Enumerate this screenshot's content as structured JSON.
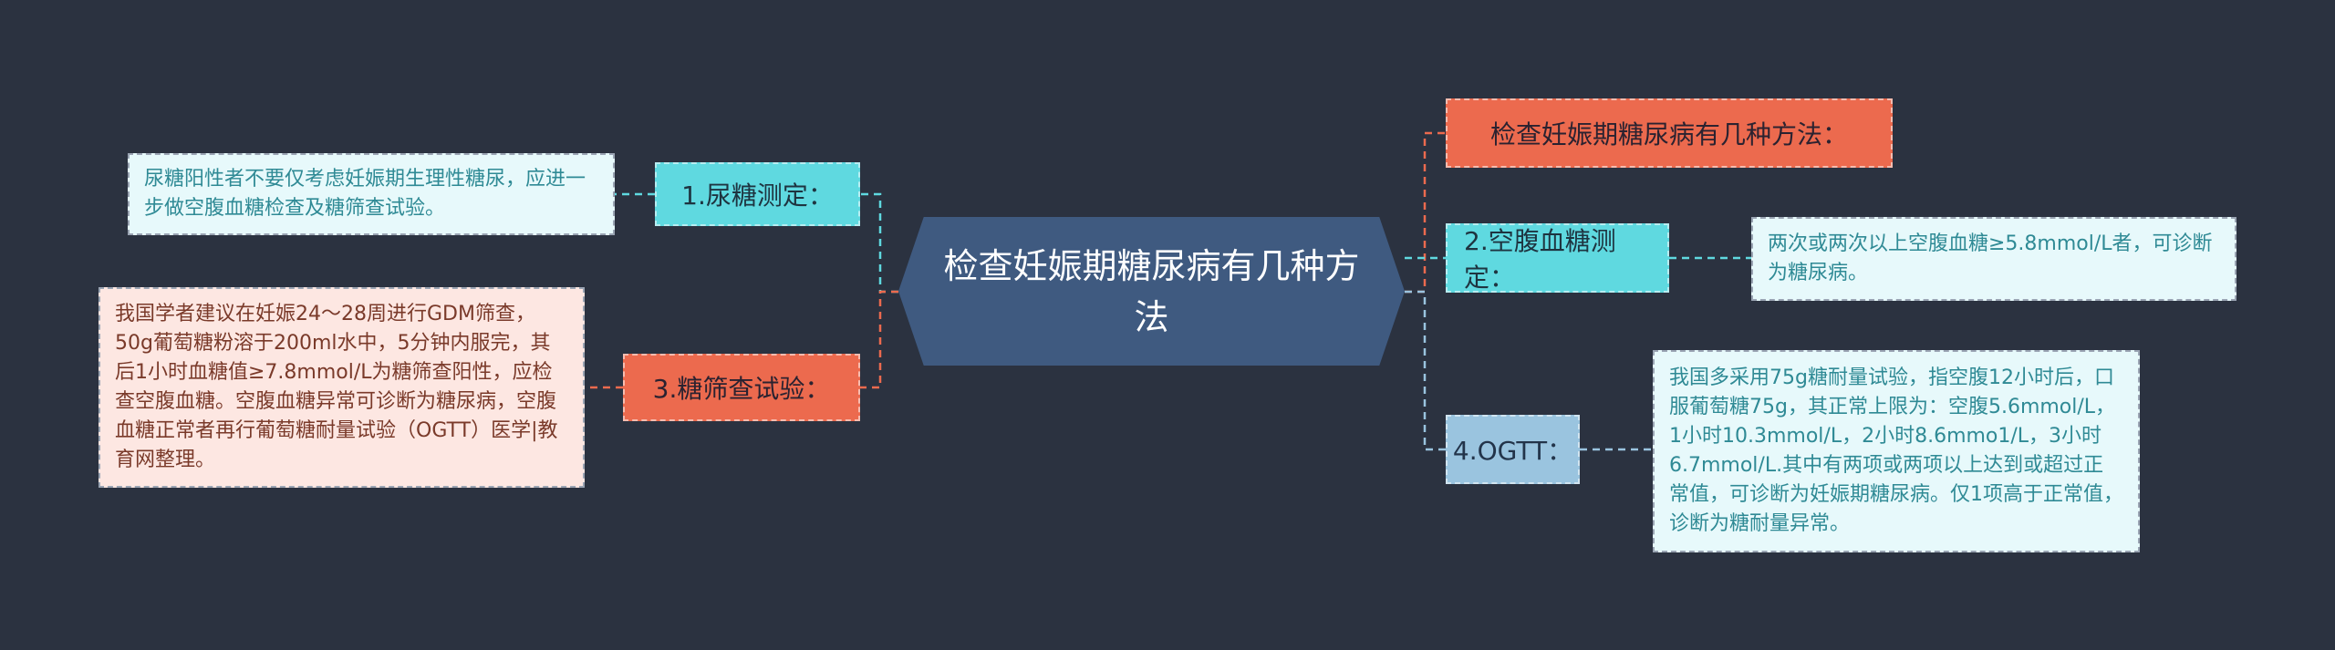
{
  "center": {
    "title": "检查妊娠期糖尿病有几种方法"
  },
  "left": [
    {
      "label": "1.尿糖测定：",
      "detail": "尿糖阳性者不要仅考虑妊娠期生理性糖尿，应进一步做空腹血糖检查及糖筛查试验。",
      "color": "#5fd9e0"
    },
    {
      "label": "3.糖筛查试验：",
      "detail": "我国学者建议在妊娠24～28周进行GDM筛查，50g葡萄糖粉溶于200ml水中，5分钟内服完，其后1小时血糖值≥7.8mmol/L为糖筛查阳性，应检查空腹血糖。空腹血糖异常可诊断为糖尿病，空腹血糖正常者再行葡萄糖耐量试验（OGTT）医学|教育网整理。",
      "color": "#ec6a4e"
    }
  ],
  "right": [
    {
      "label": "检查妊娠期糖尿病有几种方法：",
      "color": "#ec6a4e"
    },
    {
      "label": "2.空腹血糖测定：",
      "detail": "两次或两次以上空腹血糖≥5.8mmol/L者，可诊断为糖尿病。",
      "color": "#5fd9e0"
    },
    {
      "label": "4.OGTT：",
      "detail": "我国多采用75g糖耐量试验，指空腹12小时后，口服葡萄糖75g，其正常上限为：空腹5.6mmol/L，1小时10.3mmol/L，2小时8.6mmo1/L，3小时6.7mmol/L.其中有两项或两项以上达到或超过正常值，可诊断为妊娠期糖尿病。仅1项高于正常值，诊断为糖耐量异常。",
      "color": "#9ac4df"
    }
  ]
}
